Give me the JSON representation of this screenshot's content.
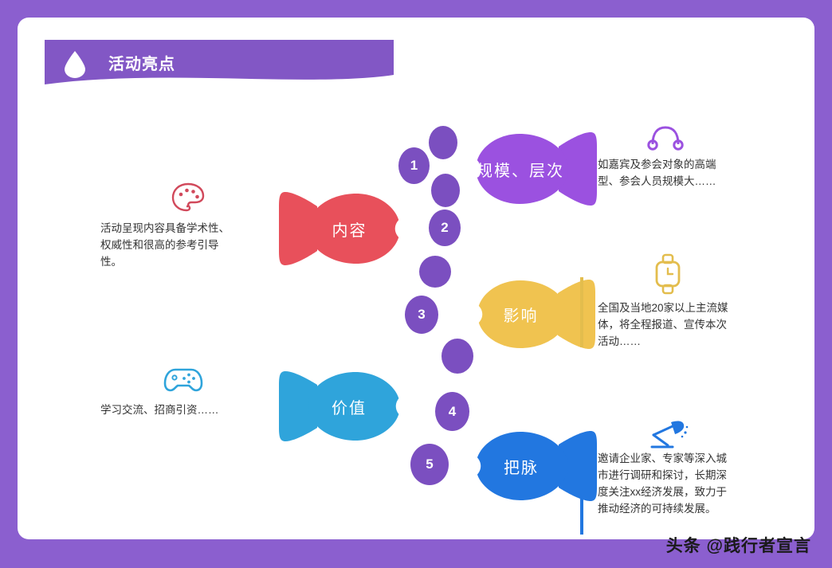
{
  "page": {
    "background_color": "#8B5FCF",
    "card_color": "#FFFFFF"
  },
  "header": {
    "title": "活动亮点",
    "banner_color": "#8257C5",
    "drop_icon": "water-drop-icon"
  },
  "watermark": {
    "text": "头条 @践行者宣言"
  },
  "items": [
    {
      "id": "content",
      "label": "内容",
      "color": "#E8505B",
      "icon": "palette-icon",
      "icon_color": "#D1495B",
      "side": "left",
      "description": "活动呈现内容具备学术性、\n权威性和很高的参考引导\n性。"
    },
    {
      "id": "scale-level",
      "label": "规模、层次",
      "color": "#9B51E0",
      "icon": "headphones-icon",
      "icon_color": "#9B51E0",
      "side": "right",
      "description": "如嘉宾及参会对象的高端\n型、参会人员规模大……"
    },
    {
      "id": "influence",
      "label": "影响",
      "color": "#F0C350",
      "icon": "smartwatch-icon",
      "icon_color": "#E3BD4D",
      "side": "right",
      "description": "全国及当地20家以上主流媒\n体，将全程报道、宣传本次\n活动……"
    },
    {
      "id": "value",
      "label": "价值",
      "color": "#2FA4DB",
      "icon": "gamepad-icon",
      "icon_color": "#2FA4DB",
      "side": "left",
      "description": "学习交流、招商引资……"
    },
    {
      "id": "diagnose",
      "label": "把脉",
      "color": "#2277E0",
      "icon": "desk-lamp-icon",
      "icon_color": "#2277E0",
      "side": "right",
      "description": "邀请企业家、专家等深入城\n市进行调研和探讨，长期深\n度关注xx经济发展，致力于\n推动经济的可持续发展。"
    }
  ],
  "step_markers": {
    "color": "#7B4FC0",
    "numbers": [
      "1",
      "2",
      "3",
      "4",
      "5"
    ]
  }
}
